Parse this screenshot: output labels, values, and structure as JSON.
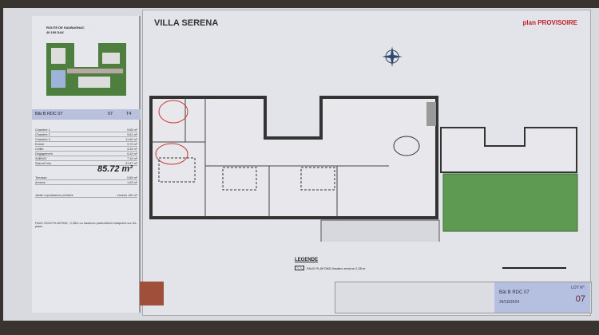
{
  "header": {
    "project_title": "VILLA SERENA",
    "status": "plan PROVISOIRE"
  },
  "site": {
    "address_line1": "ROUTE DE SAUBAGNAC",
    "address_line2": "40 100 DAX"
  },
  "lot_band": {
    "label": "Bât B RDC 07",
    "lot": "07",
    "type": "T4"
  },
  "surfaces": [
    {
      "room": "Chambre 1",
      "area": "9.65 m²"
    },
    {
      "room": "Chambre 2",
      "area": "9.61 m²"
    },
    {
      "room": "Chambre 3",
      "area": "11.60 m²"
    },
    {
      "room": "Entrée",
      "area": "3.79 m²"
    },
    {
      "room": "Cellier",
      "area": "4.34 m²"
    },
    {
      "room": "Dégagement",
      "area": "9.10 m²"
    },
    {
      "room": "SdB/WC",
      "area": "7.16 m²"
    },
    {
      "room": "Séjour/Cuis.",
      "area": "31.87 m²"
    }
  ],
  "total_area": "85.72 m²",
  "annexes": [
    {
      "room": "Terrasse",
      "area": "9.85 m²"
    },
    {
      "room": "Annexe",
      "area": "1.63 m²"
    }
  ],
  "garden": {
    "label": "Jardin à jouissance privative",
    "area": "environ 130 m²"
  },
  "footnote": "FAUX SOUS PLAFOND : 2,35m ou hauteurs particulières indiquées sur les plans",
  "legend": {
    "title": "LEGENDE",
    "item": "FAUX PLAFOND Hauteur environ 2,35 m"
  },
  "title_block": {
    "lot_label": "Bât B RDC 07",
    "date": "24/10/2024",
    "lot_no_label": "LOT N°:",
    "lot_no": "07"
  },
  "colors": {
    "accent_red": "#c0202a",
    "band_blue": "#b8c0dc",
    "garden_green": "#5e9a52"
  }
}
